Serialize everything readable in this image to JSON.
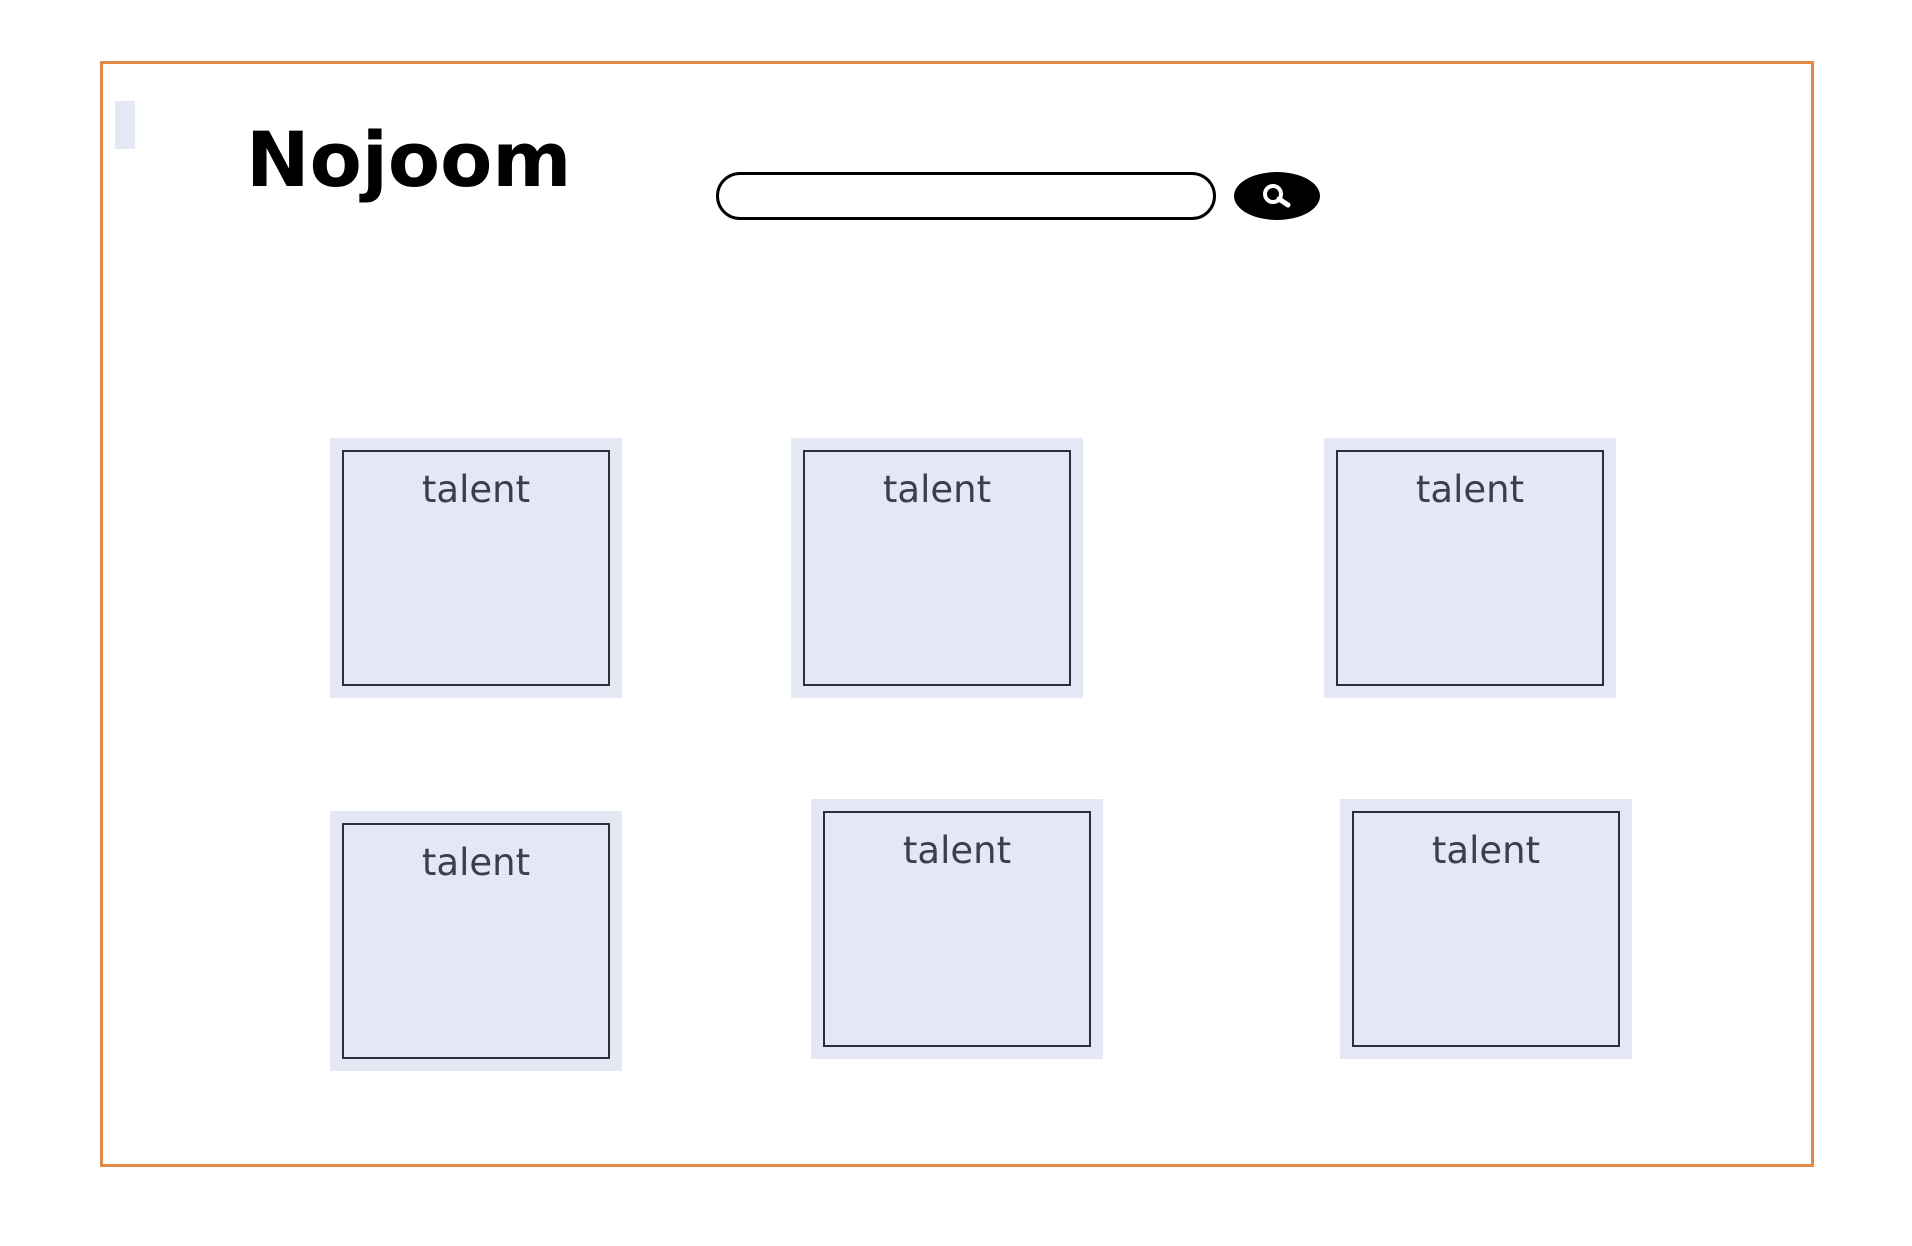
{
  "header": {
    "brand": "Nojoom"
  },
  "search": {
    "value": "",
    "placeholder": "",
    "button_icon": "search-icon"
  },
  "talents": [
    {
      "label": "talent"
    },
    {
      "label": "talent"
    },
    {
      "label": "talent"
    },
    {
      "label": "talent"
    },
    {
      "label": "talent"
    },
    {
      "label": "talent"
    }
  ],
  "colors": {
    "frame_border": "#e08a4a",
    "card_fill": "#e3e8f4",
    "card_border": "#2b2f3a",
    "card_text": "#3a3f4b",
    "search_button": "#000000"
  }
}
